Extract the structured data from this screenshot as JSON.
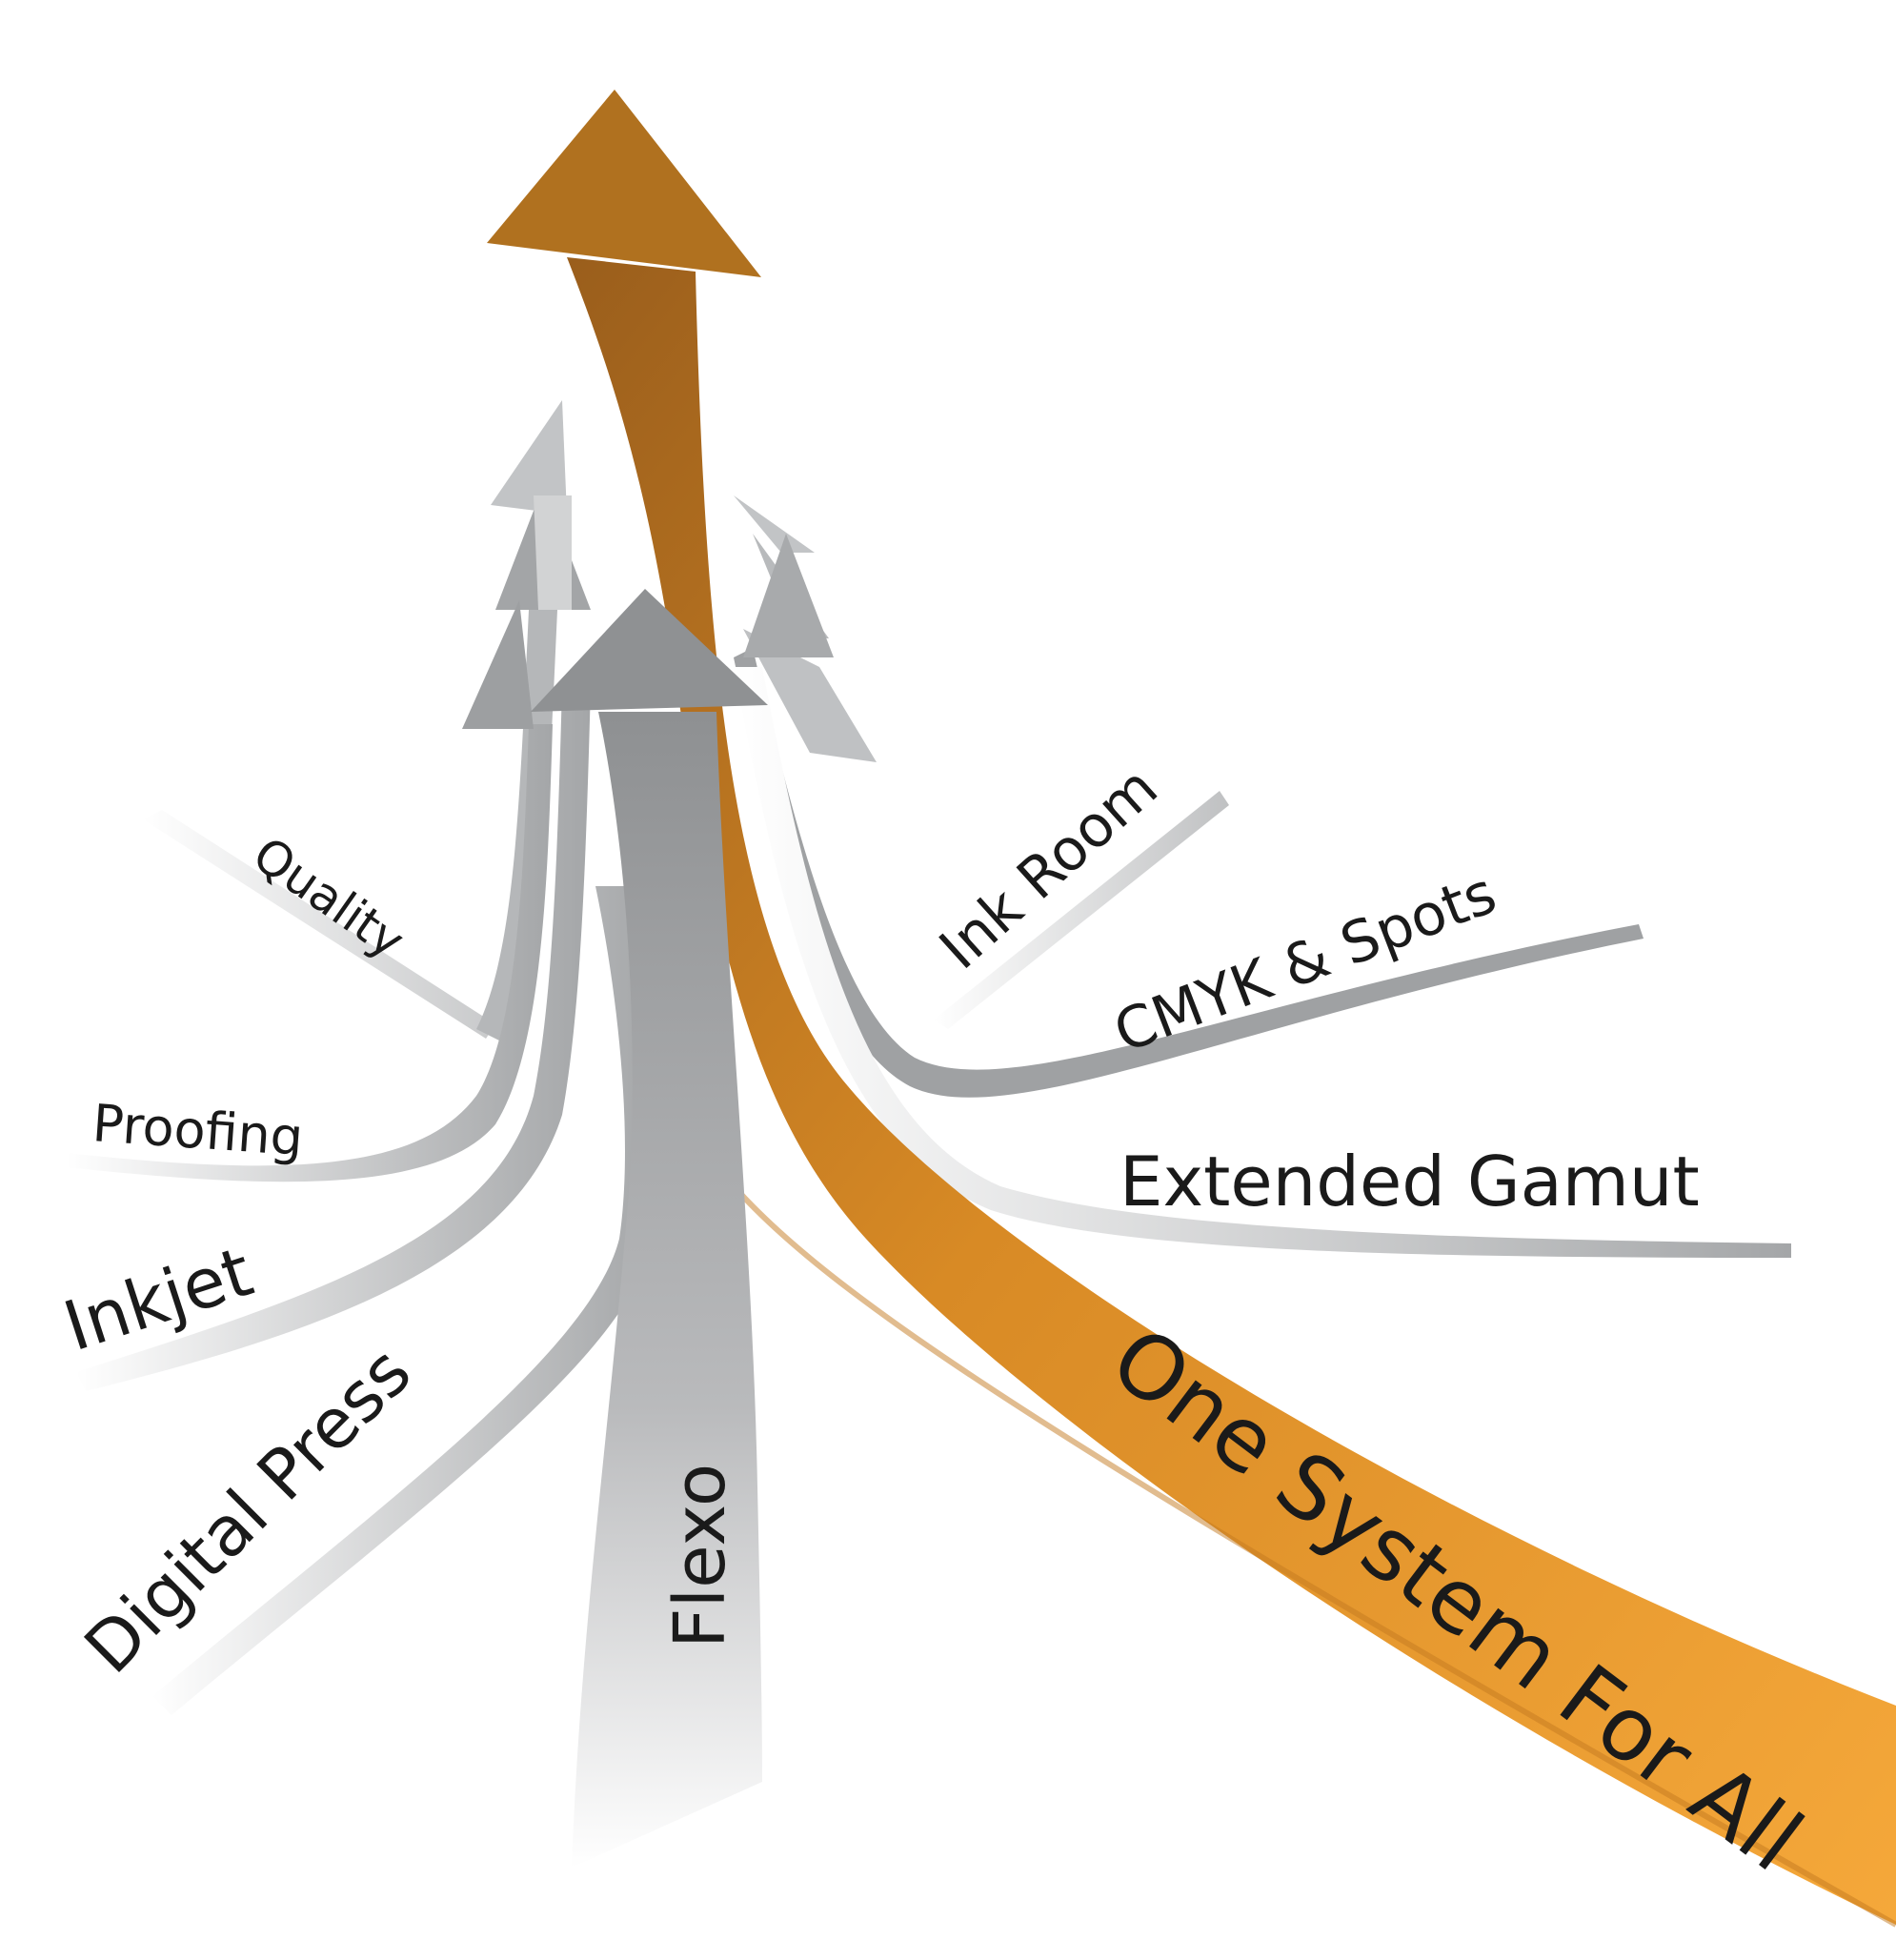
{
  "diagram": {
    "main_arrow": {
      "label": "One System For All",
      "color": "#e8962a"
    },
    "branch_labels": [
      "Quality",
      "Proofing",
      "Inkjet",
      "Digital Press",
      "Flexo",
      "Ink Room",
      "CMYK & Spots",
      "Extended Gamut"
    ],
    "colors": {
      "gray_arrow": "#9a9c9e",
      "orange_arrow": "#e8962a",
      "orange_dark": "#b06a1a"
    }
  }
}
